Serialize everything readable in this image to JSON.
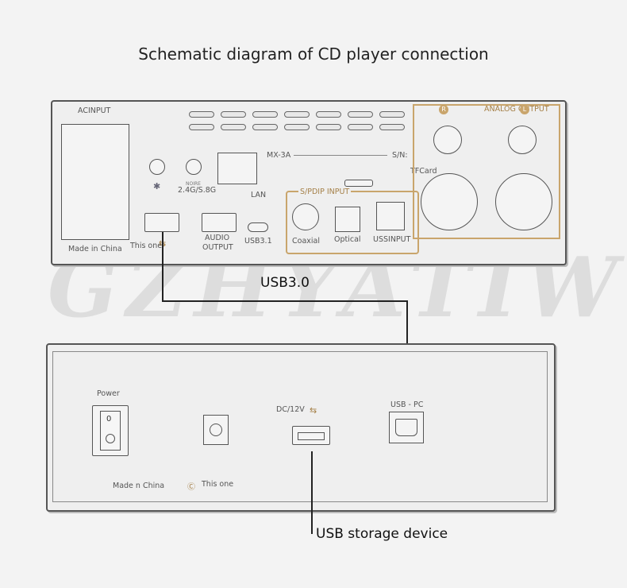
{
  "title": "Schematic diagram of CD player connection",
  "watermark": "GZHYATIW",
  "top_panel": {
    "ac_input": "ACINPUT",
    "made_in": "Made in China",
    "this_one": "This one",
    "wireless_small": "NOIRE",
    "wireless": "2.4G/S.8G",
    "lan": "LAN",
    "model": "MX-3A",
    "sn": "S/N:",
    "tf_card": "TFCard",
    "spdif_input": "S/PDIP INPUT",
    "coaxial": "Coaxial",
    "optical": "Optical",
    "ussinput": "USSINPUT",
    "audio_output_1": "AUDIO",
    "audio_output_2": "OUTPUT",
    "usb31": "USB3.1",
    "analog_output": "ANALOG OUTPUT",
    "r_marker": "R",
    "l_marker": "L"
  },
  "cable_label": "USB3.0",
  "bottom_panel": {
    "power": "Power",
    "switch_mark": "0",
    "dc": "DC/12V",
    "usb_pc": "USB - PC",
    "made_in": "Made n China",
    "this_one": "This one"
  },
  "storage_label": "USB storage device"
}
